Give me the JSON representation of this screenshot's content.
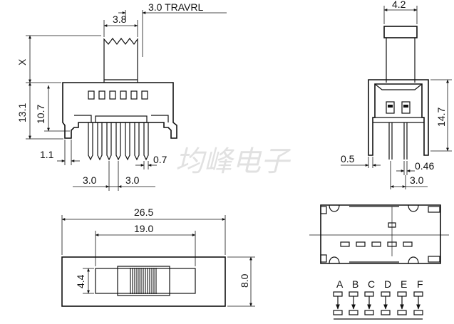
{
  "dimensions": {
    "travel_label": "3.0 TRAVRL",
    "knob_width": "3.8",
    "actuator_height": "X",
    "overall_height": "13.1",
    "body_height": "10.7",
    "mount_leg_offset": "1.1",
    "pin_width": "0.7",
    "pin_pitch_left": "3.0",
    "pin_pitch_right": "3.0",
    "side_knob_width": "4.2",
    "side_height": "14.7",
    "side_leg_thickness": "0.5",
    "side_pin_thickness": "0.46",
    "side_pin_pitch": "3.0",
    "overall_length": "26.5",
    "slot_length": "19.0",
    "slot_height": "4.4",
    "body_width": "8.0"
  },
  "pin_letters": [
    "A",
    "B",
    "C",
    "D",
    "E",
    "F"
  ],
  "watermark": "均峰电子"
}
